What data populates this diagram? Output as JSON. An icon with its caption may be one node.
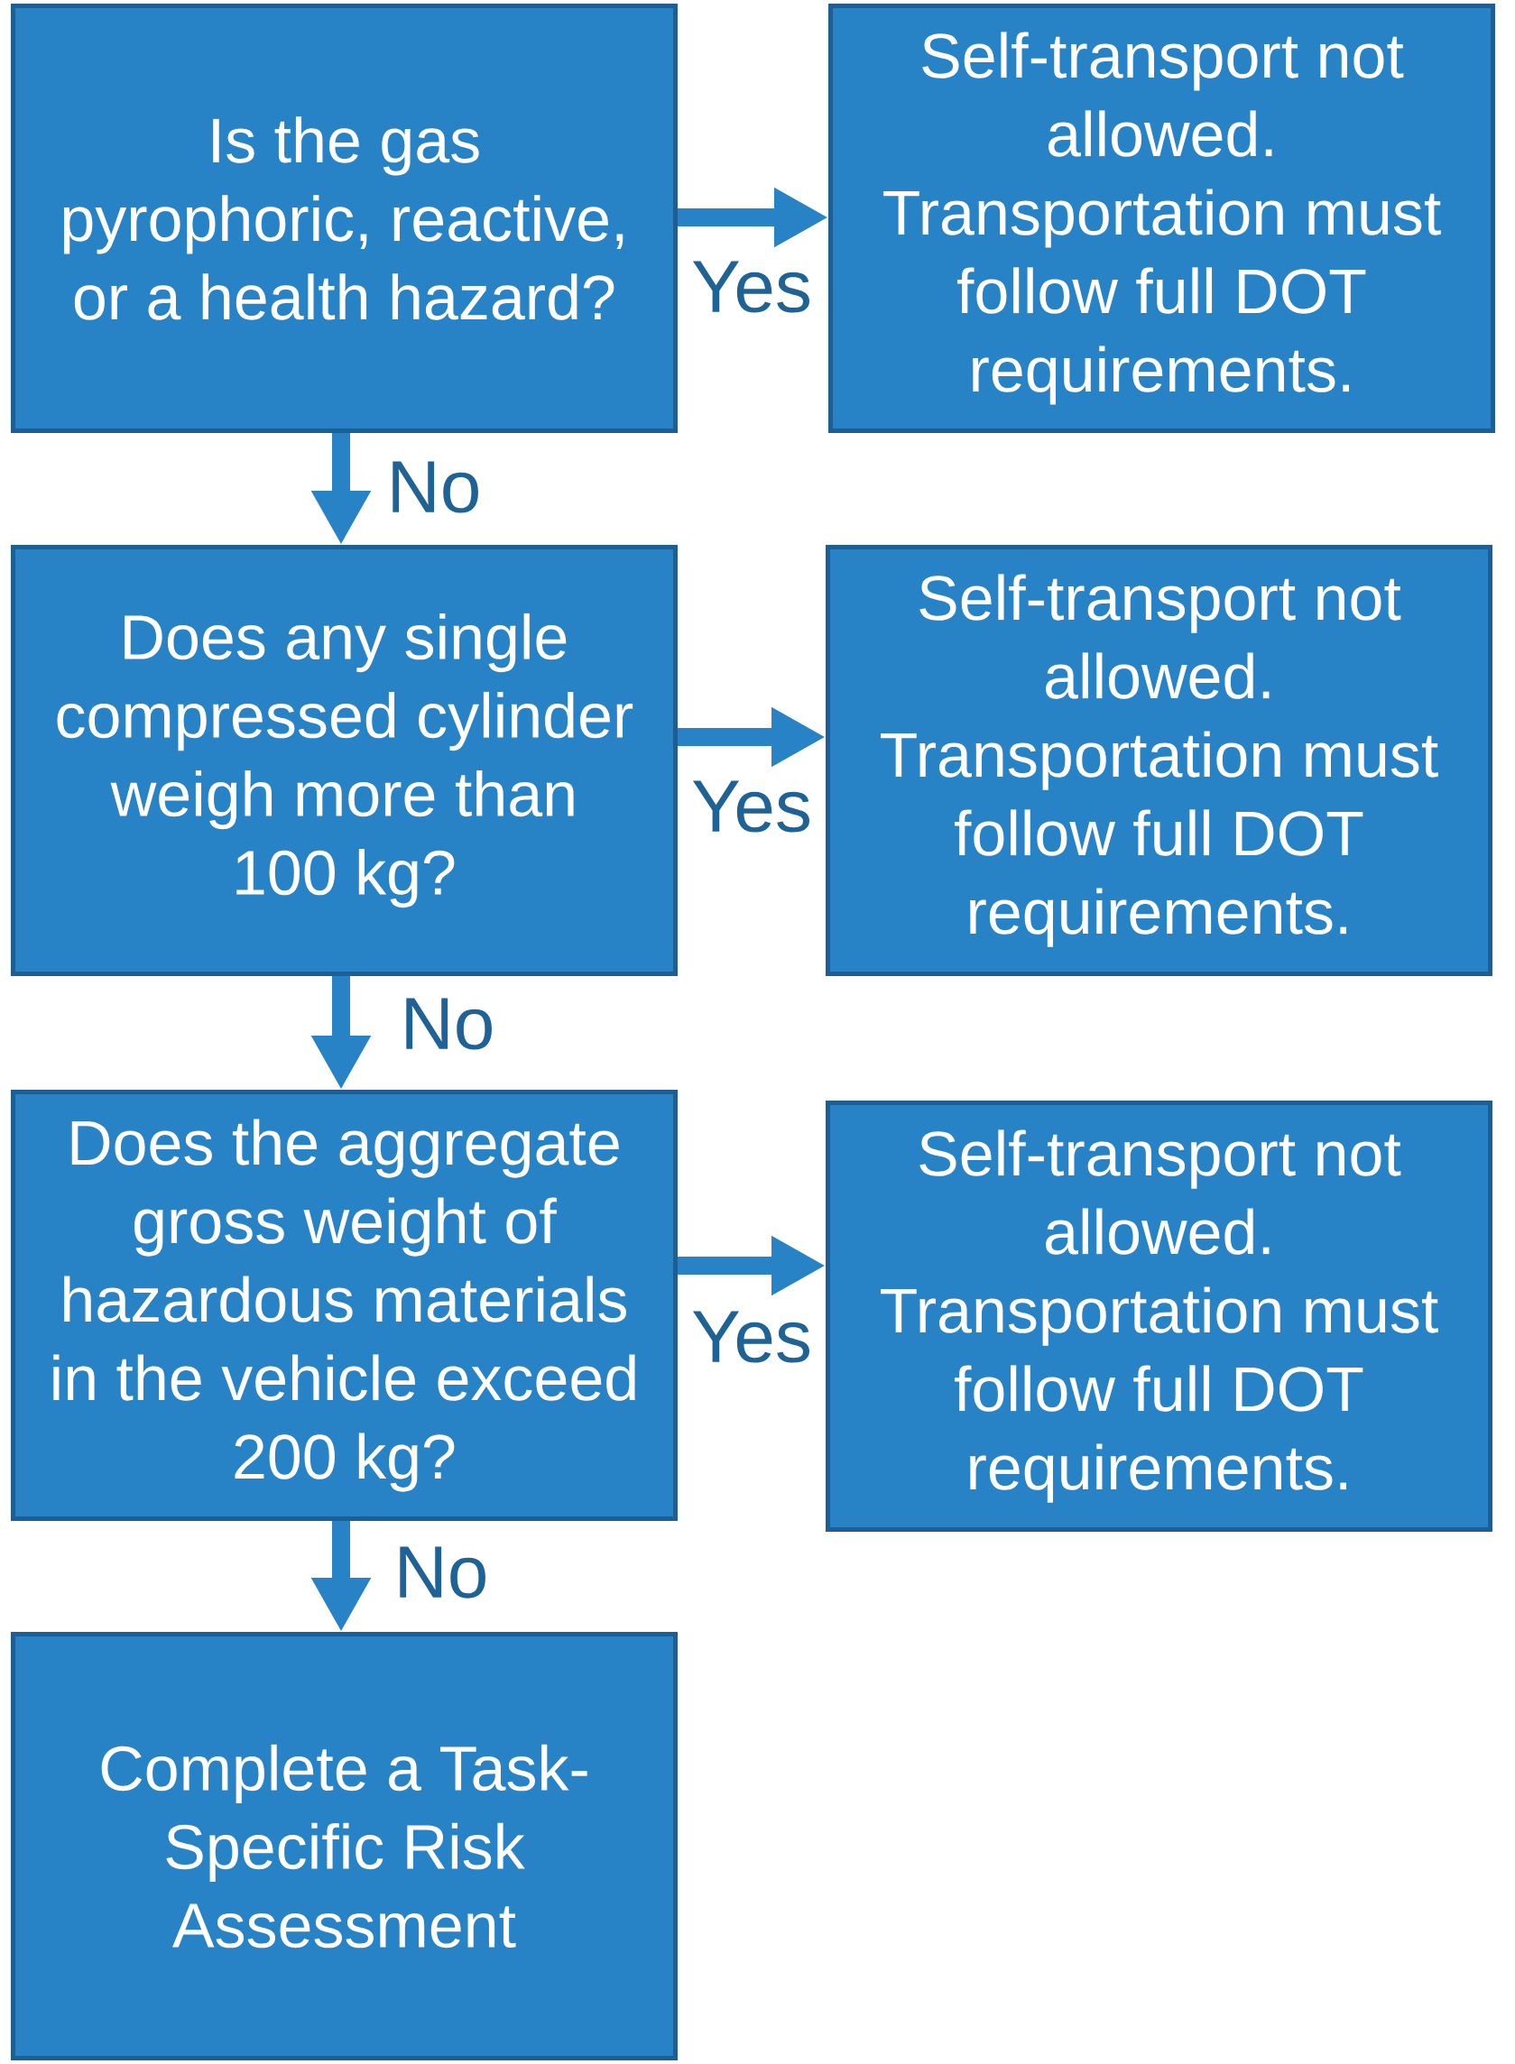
{
  "diagram": {
    "nodes": [
      {
        "text": [
          "Is the gas pyrophoric, reactive, or a health hazard?"
        ]
      },
      {
        "text": [
          "Self-transport not allowed. Transportation must follow full DOT requirements."
        ]
      },
      {
        "text": [
          "Does any single compressed cylinder weigh more than 100 kg?"
        ]
      },
      {
        "text": [
          "Self-transport not allowed. Transportation must follow full DOT requirements."
        ]
      },
      {
        "text": [
          "Does the aggregate gross weight of hazardous materials in the vehicle exceed 200 kg?"
        ]
      },
      {
        "text": [
          "Self-transport not allowed. Transportation must follow full DOT requirements."
        ]
      },
      {
        "text": [
          "Complete a Task-Specific Risk Assessment"
        ]
      }
    ],
    "edges": [
      {
        "from": 0,
        "to": 1,
        "arrow": "to",
        "label": "Yes"
      },
      {
        "from": 0,
        "to": 2,
        "arrow": "to",
        "label": "No"
      },
      {
        "from": 2,
        "to": 3,
        "arrow": "to",
        "label": "Yes"
      },
      {
        "from": 2,
        "to": 4,
        "arrow": "to",
        "label": "No"
      },
      {
        "from": 4,
        "to": 5,
        "arrow": "to",
        "label": "Yes"
      },
      {
        "from": 4,
        "to": 6,
        "arrow": "to",
        "label": "No"
      }
    ]
  }
}
